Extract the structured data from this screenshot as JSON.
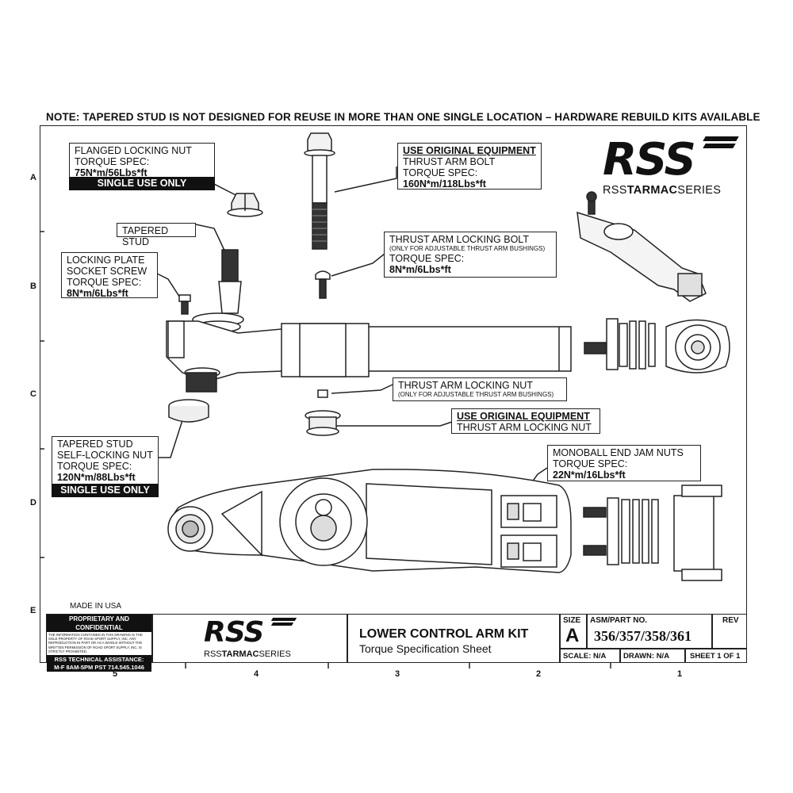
{
  "note": "NOTE: TAPERED STUD IS NOT DESIGNED FOR REUSE IN MORE THAN ONE SINGLE LOCATION – HARDWARE REBUILD KITS AVAILABLE",
  "rows": [
    "A",
    "B",
    "C",
    "D",
    "E"
  ],
  "columns": [
    "5",
    "4",
    "3",
    "2",
    "1"
  ],
  "brand": {
    "logo": "RSS",
    "series_prefix": "RSS",
    "series_bold": "TARMAC",
    "series_suffix": "SERIES"
  },
  "callouts": {
    "flanged_nut": {
      "l1": "FLANGED LOCKING NUT",
      "l2": "TORQUE SPEC:",
      "l3": "75N*m/56Lbs*ft",
      "bar": "SINGLE USE ONLY"
    },
    "thrust_bolt": {
      "hdr": "USE ORIGINAL EQUIPMENT",
      "l1": "THRUST ARM BOLT",
      "l2": "TORQUE SPEC:",
      "l3": "160N*m/118Lbs*ft"
    },
    "tapered_stud": {
      "l1": "TAPERED STUD"
    },
    "locking_plate": {
      "l1": "LOCKING PLATE",
      "l2": "SOCKET SCREW",
      "l3": "TORQUE SPEC:",
      "l4": "8N*m/6Lbs*ft"
    },
    "thrust_locking_bolt": {
      "l1": "THRUST ARM LOCKING BOLT",
      "small": "(ONLY FOR ADJUSTABLE THRUST ARM BUSHINGS)",
      "l2": "TORQUE SPEC:",
      "l3": "8N*m/6Lbs*ft"
    },
    "thrust_locking_nut": {
      "l1": "THRUST ARM LOCKING NUT",
      "small": "(ONLY FOR ADJUSTABLE THRUST ARM BUSHINGS)"
    },
    "thrust_locking_nut_oe": {
      "hdr": "USE ORIGINAL EQUIPMENT",
      "l1": "THRUST ARM LOCKING NUT"
    },
    "stud_self_locking": {
      "l1": "TAPERED STUD",
      "l2": "SELF-LOCKING NUT",
      "l3": "TORQUE SPEC:",
      "l4": "120N*m/88Lbs*ft",
      "bar": "SINGLE USE ONLY"
    },
    "monoball": {
      "l1": "MONOBALL END JAM NUTS",
      "l2": "TORQUE SPEC:",
      "l3": "22N*m/16Lbs*ft"
    }
  },
  "title_block": {
    "made_in": "MADE IN USA",
    "proprietary_hdr": "PROPRIETARY AND CONFIDENTIAL",
    "proprietary_text": "THE INFORMATION CONTAINED IN THIS DRAWING IS THE SOLE PROPERTY OF ROAD SPORT SUPPLY, INC. ANY REPRODUCTION IN PART OR AS A WHOLE WITHOUT THE WRITTEN PERMISSION OF ROAD SPORT SUPPLY, INC. IS STRICTLY PROHIBITED.",
    "tech_l1": "RSS TECHNICAL ASSISTANCE:",
    "tech_l2": "M-F 8AM-5PM PST 714.545.1046",
    "title": "LOWER CONTROL ARM KIT",
    "subtitle": "Torque Specification Sheet",
    "size_lbl": "SIZE",
    "size_val": "A",
    "part_lbl": "ASM/PART NO.",
    "part_val": "356/357/358/361",
    "rev_lbl": "REV",
    "scale": "SCALE: N/A",
    "drawn": "DRAWN: N/A",
    "sheet": "SHEET 1 OF 1"
  }
}
